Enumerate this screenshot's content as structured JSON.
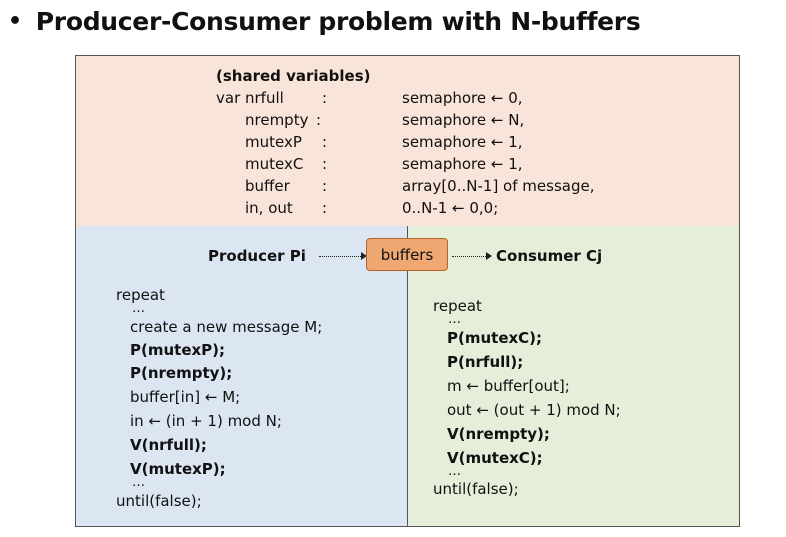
{
  "title": {
    "bullet": "•",
    "text": "Producer-Consumer problem with N-buffers"
  },
  "shared": {
    "heading": "(shared variables)",
    "rows": [
      {
        "name": "var nrfull",
        "sep": ":",
        "value": "semaphore ← 0,"
      },
      {
        "name": "nrempty",
        "sep": ":",
        "value": "semaphore ← N,"
      },
      {
        "name": "mutexP",
        "sep": ":",
        "value": "semaphore ← 1,"
      },
      {
        "name": "mutexC",
        "sep": ":",
        "value": "semaphore ← 1,"
      },
      {
        "name": "buffer",
        "sep": ":",
        "value": "array[0..N-1] of message,"
      },
      {
        "name": "in, out",
        "sep": ":",
        "value": "0..N-1 ← 0,0;"
      }
    ]
  },
  "flow": {
    "producer_label": "Producer Pi",
    "buffers_label": "buffers",
    "consumer_label": "Consumer Cj"
  },
  "producer_code": {
    "repeat": "repeat",
    "dots_top": "…",
    "line1": "create a new message M;",
    "line2": "P(mutexP);",
    "line3": "P(nrempty);",
    "line4": "buffer[in] ← M;",
    "line5": "in ← (in + 1) mod N;",
    "line6": "V(nrfull);",
    "line7": "V(mutexP);",
    "dots_bottom": "…",
    "until": "until(false);"
  },
  "consumer_code": {
    "repeat": "repeat",
    "dots_top": "…",
    "line1": "P(mutexC);",
    "line2": "P(nrfull);",
    "line3": "m ← buffer[out];",
    "line4": "out ← (out + 1) mod N;",
    "line5": "V(nrempty);",
    "line6": "V(mutexC);",
    "dots_bottom": "…",
    "until": "until(false);"
  }
}
